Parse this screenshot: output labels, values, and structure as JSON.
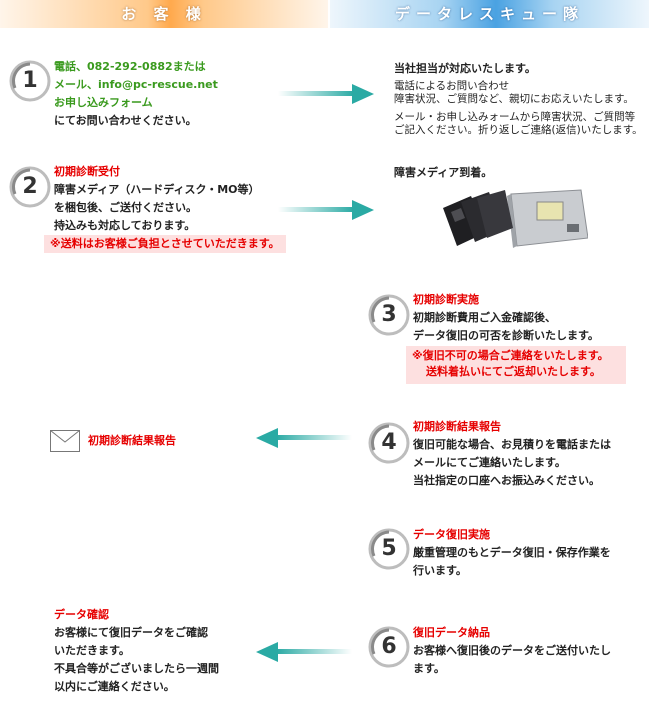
{
  "header": {
    "left_title": "お 客 様",
    "right_title": "データレスキュー隊"
  },
  "steps": {
    "s1": {
      "num": "1",
      "left": [
        "電話、082-292-0882または",
        "メール、info@pc-rescue.net",
        "お申し込みフォーム",
        "にてお問い合わせください。"
      ],
      "right_title": "当社担当が対応いたします。",
      "right_lines": [
        "電話によるお問い合わせ",
        "障害状況、ご質問など、親切にお応えいたします。",
        "メール・お申し込みォームから障害状況、ご質問等",
        "ご記入ください。折り返しご連絡(返信)いたします。"
      ]
    },
    "s2": {
      "num": "2",
      "title": "初期診断受付",
      "lines": [
        "障害メディア（ハードディスク・MO等）",
        "を梱包後、ご送付ください。",
        "持込みも対応しております。"
      ],
      "note": "※送料はお客様ご負担とさせていただきます。",
      "right_title": "障害メディア到着。"
    },
    "s3": {
      "num": "3",
      "title": "初期診断実施",
      "lines": [
        "初期診断費用ご入金確認後、",
        "データ復旧の可否を診断いたします。"
      ],
      "note1": "※復旧不可の場合ご連絡をいたします。",
      "note2": "送料着払いにてご返却いたします。"
    },
    "s4": {
      "num": "4",
      "title": "初期診断結果報告",
      "lines": [
        "復旧可能な場合、お見積りを電話または",
        "メールにてご連絡いたします。",
        "当社指定の口座へお振込みください。"
      ],
      "left_title": "初期診断結果報告"
    },
    "s5": {
      "num": "5",
      "title": "データ復旧実施",
      "lines": [
        "厳重管理のもとデータ復旧・保存作業を",
        "行います。"
      ]
    },
    "s6": {
      "num": "6",
      "title": "復旧データ納品",
      "lines": [
        "お客様へ復旧後のデータをご送付いたし",
        "ます。"
      ],
      "left_title": "データ確認",
      "left_lines": [
        "お客様にて復旧データをご確認",
        "いただきます。",
        "不具合等がございましたら一週間",
        "以内にご連絡ください。"
      ]
    }
  },
  "colors": {
    "arrow": "#2aaaa4",
    "red": "#e60000",
    "green": "#3a9a1e",
    "note_bg": "#fde0e0"
  },
  "icons": {
    "step_circle": "circle-badge",
    "mail": "envelope-icon",
    "media": "hard-disk-photo"
  }
}
